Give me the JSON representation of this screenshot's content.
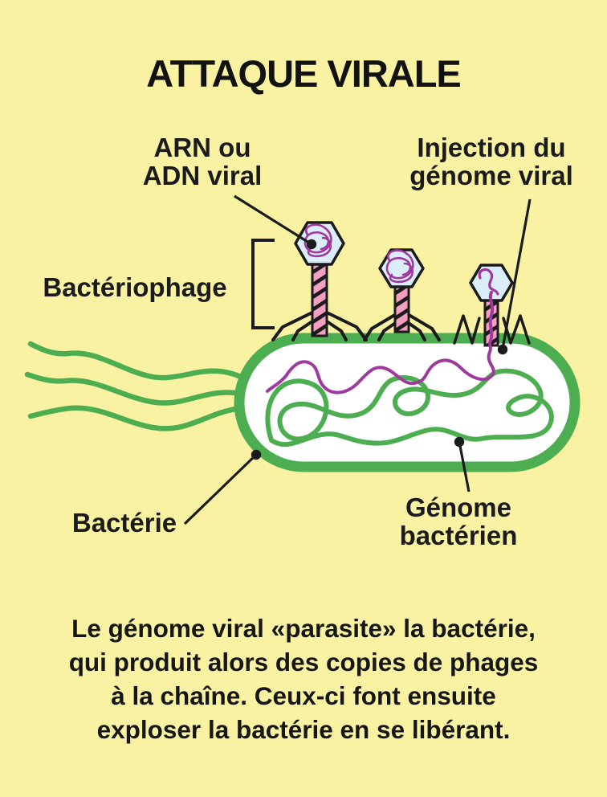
{
  "title": "ATTAQUE VIRALE",
  "labels": {
    "viral_genome": "ARN ou\nADN viral",
    "injection": "Injection du\ngénome viral",
    "bacteriophage": "Bactériophage",
    "bacteria": "Bactérie",
    "bacterial_genome": "Génome\nbactérien"
  },
  "caption": "Le génome viral «parasite» la bactérie,\nqui produit alors des copies de phages\nà la chaîne. Ceux-ci font ensuite\nexploser la bactérie en se libérant.",
  "icons": {
    "bacteriophage": "bacteriophage-icon",
    "bacterium": "bacterium-icon",
    "flagella": "flagella-icon",
    "viral_genome_thread": "viral-genome-squiggle-icon",
    "bacterial_genome_thread": "bacterial-genome-squiggle-icon"
  },
  "colors": {
    "bg": "#F8F2A2",
    "ink": "#1b1b1b",
    "green": "#4DAE51",
    "purple": "#9E3A9E",
    "pink": "#F49FC1",
    "headblue": "#DCEDFA",
    "white": "#ffffff"
  }
}
